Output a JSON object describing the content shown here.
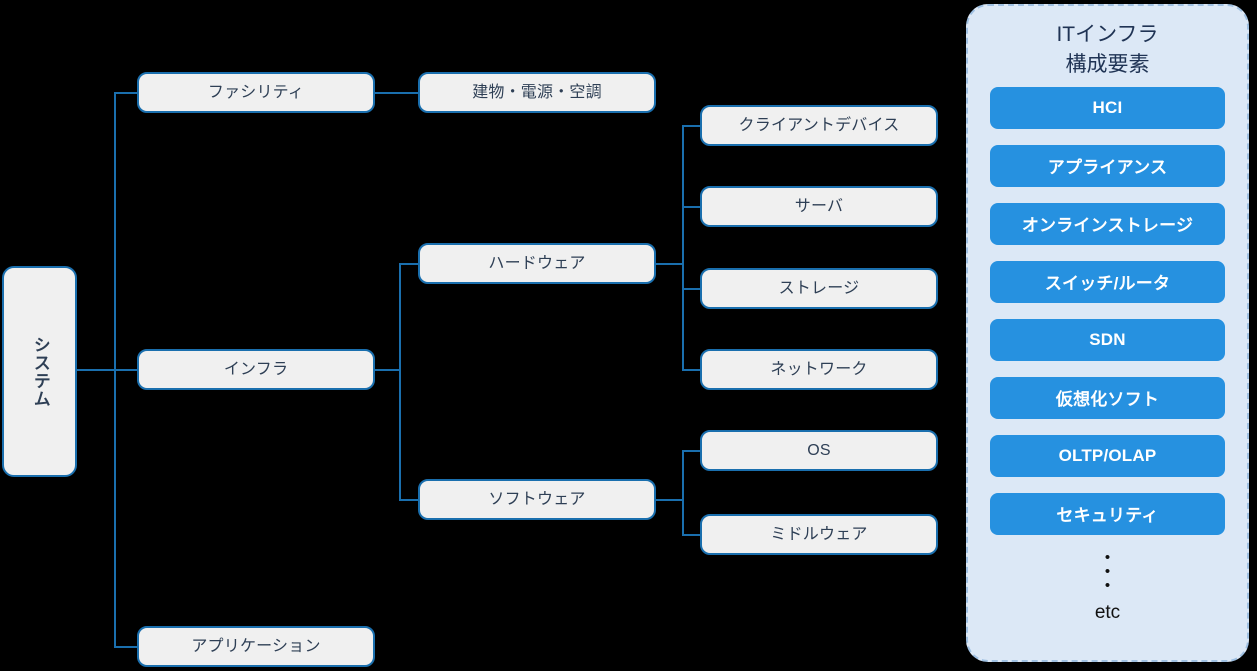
{
  "colors": {
    "background": "#000000",
    "node_fill": "#f0f0f0",
    "node_border": "#1a6fae",
    "node_text": "#2e3f55",
    "panel_fill": "#dce8f6",
    "panel_border": "#9fc0e2",
    "pill_fill": "#2691e0",
    "pill_text": "#ffffff",
    "panel_title_text": "#1f3354"
  },
  "tree": {
    "root": {
      "label": "システム"
    },
    "level1": [
      {
        "label": "ファシリティ"
      },
      {
        "label": "インフラ"
      },
      {
        "label": "アプリケーション"
      }
    ],
    "level2": [
      {
        "label": "建物・電源・空調"
      },
      {
        "label": "ハードウェア"
      },
      {
        "label": "ソフトウェア"
      }
    ],
    "hardware_children": [
      {
        "label": "クライアントデバイス"
      },
      {
        "label": "サーバ"
      },
      {
        "label": "ストレージ"
      },
      {
        "label": "ネットワーク"
      }
    ],
    "software_children": [
      {
        "label": "OS"
      },
      {
        "label": "ミドルウェア"
      }
    ]
  },
  "panel": {
    "title_line1": "ITインフラ",
    "title_line2": "構成要素",
    "items": [
      {
        "label": "HCI"
      },
      {
        "label": "アプライアンス"
      },
      {
        "label": "オンラインストレージ"
      },
      {
        "label": "スイッチ/ルータ"
      },
      {
        "label": "SDN"
      },
      {
        "label": "仮想化ソフト"
      },
      {
        "label": "OLTP/OLAP"
      },
      {
        "label": "セキュリティ"
      }
    ],
    "ellipsis": [
      "•",
      "•",
      "•"
    ],
    "etc_label": "etc"
  }
}
